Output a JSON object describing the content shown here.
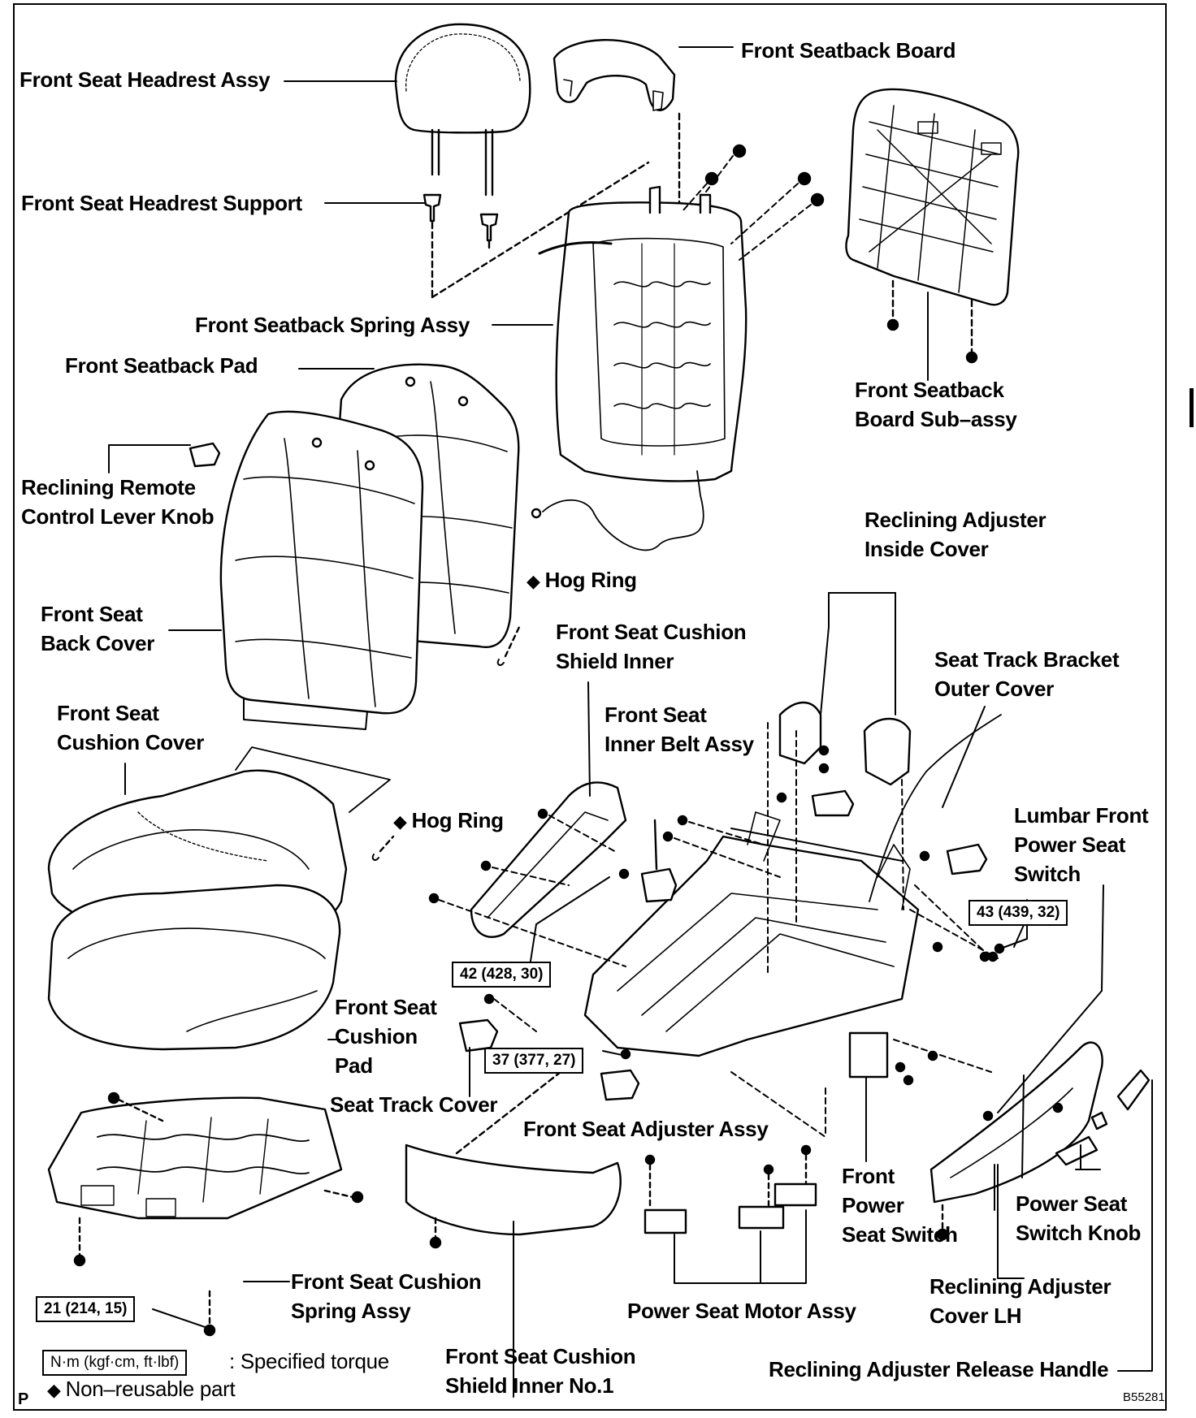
{
  "labels": {
    "headrest_assy": "Front Seat Headrest Assy",
    "seatback_board": "Front Seatback Board",
    "headrest_support": "Front Seat Headrest Support",
    "seatback_spring": "Front Seatback Spring Assy",
    "seatback_pad": "Front Seatback Pad",
    "seatback_board_sub_1": "Front Seatback",
    "seatback_board_sub_2": "Board Sub–assy",
    "remote_knob_1": "Reclining Remote",
    "remote_knob_2": "Control Lever Knob",
    "adjuster_inside_1": "Reclining Adjuster",
    "adjuster_inside_2": "Inside Cover",
    "hog_ring_upper": "Hog Ring",
    "back_cover_1": "Front Seat",
    "back_cover_2": "Back Cover",
    "shield_inner_1": "Front Seat Cushion",
    "shield_inner_2": "Shield Inner",
    "bracket_outer_1": "Seat Track Bracket",
    "bracket_outer_2": "Outer Cover",
    "cushion_cover_1": "Front Seat",
    "cushion_cover_2": "Cushion Cover",
    "inner_belt_1": "Front Seat",
    "inner_belt_2": "Inner Belt Assy",
    "hog_ring_lower": "Hog Ring",
    "lumbar_1": "Lumbar Front",
    "lumbar_2": "Power Seat",
    "lumbar_3": "Switch",
    "cushion_pad_1": "Front Seat",
    "cushion_pad_2": "Cushion",
    "cushion_pad_3": "Pad",
    "track_cover": "Seat Track Cover",
    "adjuster_assy": "Front Seat Adjuster Assy",
    "power_switch_1": "Front",
    "power_switch_2": "Power",
    "power_switch_3": "Seat Switch",
    "switch_knob_1": "Power Seat",
    "switch_knob_2": "Switch Knob",
    "cushion_spring_1": "Front Seat Cushion",
    "cushion_spring_2": "Spring Assy",
    "motor_assy": "Power Seat Motor Assy",
    "adjuster_cover_1": "Reclining Adjuster",
    "adjuster_cover_2": "Cover LH",
    "shield_no1_1": "Front Seat Cushion",
    "shield_no1_2": "Shield Inner No.1",
    "release_handle": "Reclining Adjuster Release Handle"
  },
  "torques": {
    "t43": "43 (439, 32)",
    "t42": "42 (428, 30)",
    "t37": "37 (377, 27)",
    "t21": "21 (214, 15)"
  },
  "legend": {
    "unit_box": "N·m (kgf·cm, ft·lbf)",
    "specified": ": Specified torque",
    "diamond": "◆",
    "non_reusable": "Non–reusable part"
  },
  "corner": {
    "page_letter": "P",
    "figure_code": "B55281"
  }
}
